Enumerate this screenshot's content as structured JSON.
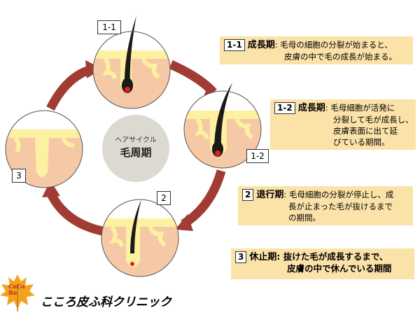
{
  "center": {
    "small": "ヘアサイクル",
    "big": "毛周期"
  },
  "stage_labels": {
    "s11": "1-1",
    "s12": "1-2",
    "s2": "2",
    "s3": "3"
  },
  "boxes": [
    {
      "num": "1-1",
      "title": "成長期",
      "lines": [
        ": 毛母の細胞の分裂が始まると、",
        "皮膚の中で毛の成長が始まる。"
      ]
    },
    {
      "num": "1-2",
      "title": "成長期",
      "lines": [
        ": 毛母細胞が活発に",
        "分裂して毛が成長し、",
        "皮膚表面に出て延",
        "びている期間。"
      ]
    },
    {
      "num": "2",
      "title": "退行期",
      "lines": [
        ": 毛母細胞の分裂が停止し、成",
        "長が止まった毛が抜けるまで",
        "の期間。"
      ]
    },
    {
      "num": "3",
      "title": "休止期",
      "lines": [
        ": 抜けた毛が成長するまで、",
        "皮膚の中で休んでいる期間"
      ]
    }
  ],
  "logo": {
    "mark": "CoCoRo",
    "name": "こころ皮ふ科クリニック"
  },
  "colors": {
    "ring": "#a13c34",
    "skin": "#f6c9a6",
    "fat": "#fdf0a0",
    "box": "#fbe2a8",
    "hair": "#1a1a1a",
    "root": "#e0231a"
  }
}
